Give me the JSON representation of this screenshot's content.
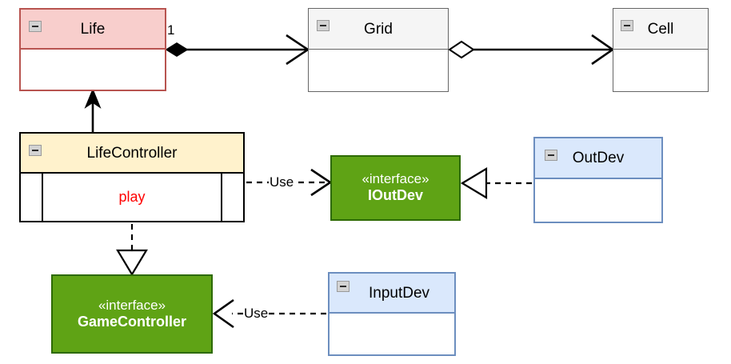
{
  "diagram": {
    "type": "uml-class-diagram",
    "background": "#ffffff",
    "palette": {
      "pink_fill": "#f8cecc",
      "pink_border": "#b85450",
      "grey_fill": "#f5f5f5",
      "grey_border": "#666666",
      "yellow_fill": "#fff2cc",
      "black_border": "#000000",
      "green_fill": "#5fa315",
      "green_border": "#2d6a00",
      "blue_fill": "#dae8fc",
      "blue_border": "#6c8ebf",
      "operation_text": "#ff0000",
      "interface_text": "#ffffff"
    }
  },
  "classes": {
    "life": {
      "name": "Life",
      "icon": "minimize-icon",
      "compartments": [
        "",
        ""
      ]
    },
    "grid": {
      "name": "Grid",
      "icon": "minimize-icon",
      "compartments": [
        ""
      ]
    },
    "cell": {
      "name": "Cell",
      "icon": "minimize-icon",
      "compartments": [
        ""
      ]
    },
    "life_controller": {
      "name": "LifeController",
      "icon": "minimize-icon",
      "operation": "play"
    },
    "out_dev": {
      "name": "OutDev",
      "icon": "minimize-icon",
      "compartments": [
        ""
      ]
    },
    "input_dev": {
      "name": "InputDev",
      "icon": "minimize-icon",
      "compartments": [
        ""
      ]
    }
  },
  "interfaces": {
    "i_out_dev": {
      "stereotype": "«interface»",
      "name": "IOutDev"
    },
    "game_controller": {
      "stereotype": "«interface»",
      "name": "GameController"
    }
  },
  "relationships": [
    {
      "id": "life-grid",
      "from": "life",
      "to": "grid",
      "kind": "composition",
      "source_decoration": "filled-diamond",
      "target_decoration": "open-arrow",
      "line": "solid",
      "source_multiplicity": "1",
      "label": ""
    },
    {
      "id": "grid-cell",
      "from": "grid",
      "to": "cell",
      "kind": "aggregation",
      "source_decoration": "hollow-diamond",
      "target_decoration": "open-arrow",
      "line": "solid",
      "label": ""
    },
    {
      "id": "lifecontroller-life",
      "from": "life_controller",
      "to": "life",
      "kind": "directed-association",
      "source_decoration": "none",
      "target_decoration": "filled-arrow",
      "line": "solid",
      "label": ""
    },
    {
      "id": "lifecontroller-ioutdev",
      "from": "life_controller",
      "to": "i_out_dev",
      "kind": "dependency",
      "source_decoration": "none",
      "target_decoration": "open-arrow",
      "line": "dashed",
      "label": "Use"
    },
    {
      "id": "outdev-ioutdev",
      "from": "out_dev",
      "to": "i_out_dev",
      "kind": "realization",
      "source_decoration": "none",
      "target_decoration": "hollow-triangle",
      "line": "dashed",
      "label": ""
    },
    {
      "id": "lifecontroller-gamecontroller",
      "from": "life_controller",
      "to": "game_controller",
      "kind": "realization",
      "source_decoration": "none",
      "target_decoration": "hollow-triangle",
      "line": "dashed",
      "label": ""
    },
    {
      "id": "inputdev-gamecontroller",
      "from": "input_dev",
      "to": "game_controller",
      "kind": "dependency",
      "source_decoration": "none",
      "target_decoration": "open-arrow",
      "line": "dashed",
      "label": "Use"
    }
  ],
  "labels": {
    "use_out": "Use",
    "use_in": "Use",
    "life_multiplicity": "1"
  }
}
